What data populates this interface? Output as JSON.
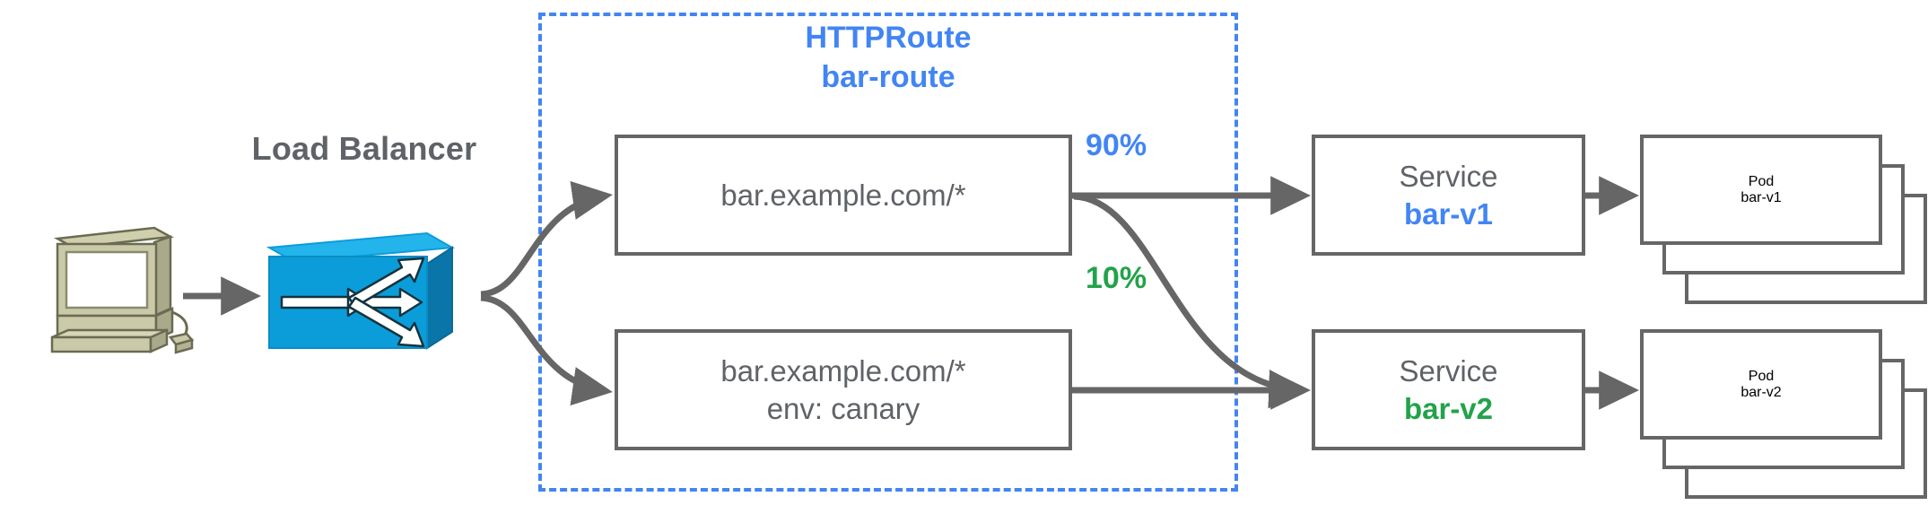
{
  "diagram": {
    "title_region": {
      "kind_label": "HTTPRoute",
      "name_label": "bar-route",
      "border_color": "#4285f4"
    },
    "client": {
      "icon": "computer-workstation-icon"
    },
    "load_balancer": {
      "label": "Load Balancer",
      "icon": "load-balancer-icon",
      "color": "#0b9dd9"
    },
    "route_rules": [
      {
        "id": "rule-1",
        "lines": [
          "bar.example.com/*"
        ]
      },
      {
        "id": "rule-2",
        "lines": [
          "bar.example.com/*",
          "env: canary"
        ]
      }
    ],
    "weights": [
      {
        "value": "90%",
        "color": "#4285f4",
        "target": "bar-v1"
      },
      {
        "value": "10%",
        "color": "#22a34a",
        "target": "bar-v2"
      }
    ],
    "services": [
      {
        "kind": "Service",
        "name": "bar-v1",
        "color": "#4285f4"
      },
      {
        "kind": "Service",
        "name": "bar-v2",
        "color": "#22a34a"
      }
    ],
    "pods": [
      {
        "kind": "Pod",
        "name": "bar-v1",
        "color": "#4285f4",
        "replicas": 3
      },
      {
        "kind": "Pod",
        "name": "bar-v2",
        "color": "#22a34a",
        "replicas": 3
      }
    ],
    "colors": {
      "blue": "#4285f4",
      "green": "#22a34a",
      "gray": "#666666",
      "text_gray": "#5f6368",
      "lb_blue": "#0b9dd9"
    }
  }
}
